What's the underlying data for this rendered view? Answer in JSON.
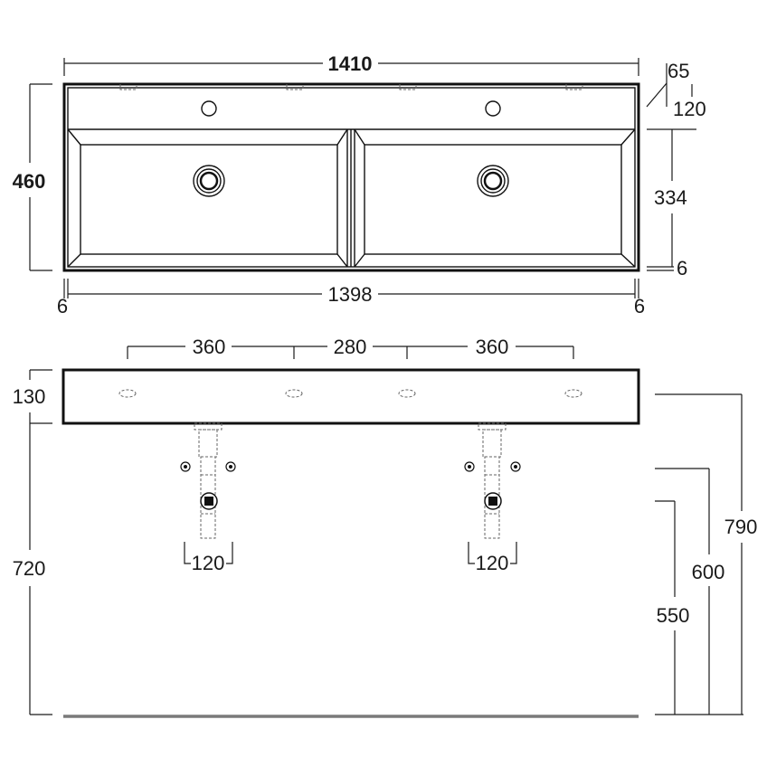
{
  "top_view": {
    "overall_width": "1410",
    "overall_depth": "460",
    "rim_offset": "65",
    "deck_depth": "120",
    "bowl_depth": "334",
    "bottom_edge": "6",
    "inner_width": "1398",
    "side_left": "6",
    "side_right": "6"
  },
  "front_view": {
    "spacing_left": "360",
    "spacing_middle": "280",
    "spacing_right": "360",
    "basin_height": "130",
    "trap_width_left": "120",
    "trap_width_right": "120",
    "mount_height": "720",
    "height_overall": "790",
    "height_mid": "600",
    "height_low": "550"
  }
}
